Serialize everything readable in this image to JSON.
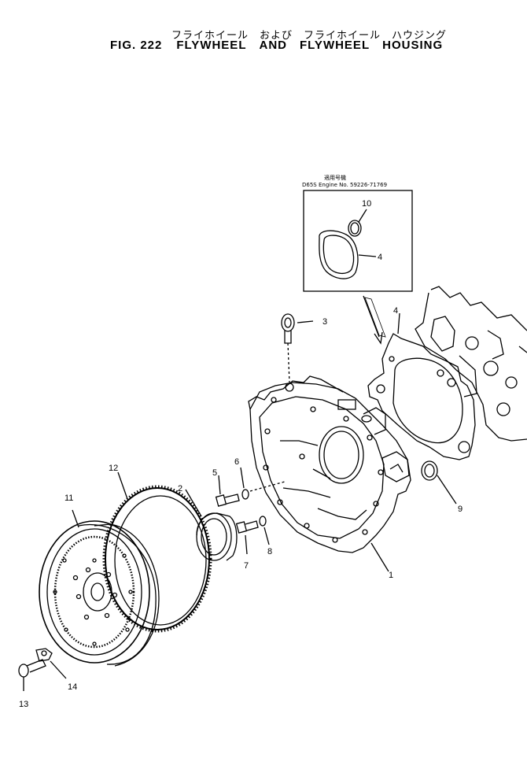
{
  "header": {
    "title_jp": "フライホイール　および　フライホイール　ハウジング",
    "fig_no": "FIG. 222",
    "title_en_words": [
      "FLYWHEEL",
      "AND",
      "FLYWHEEL",
      "HOUSING"
    ]
  },
  "inset": {
    "note_jp": "適用号機",
    "note_en": "D65S Engine No. 59226-71769"
  },
  "callouts": [
    "1",
    "2",
    "3",
    "4",
    "4",
    "5",
    "6",
    "7",
    "8",
    "9",
    "10",
    "11",
    "12",
    "13",
    "14"
  ]
}
